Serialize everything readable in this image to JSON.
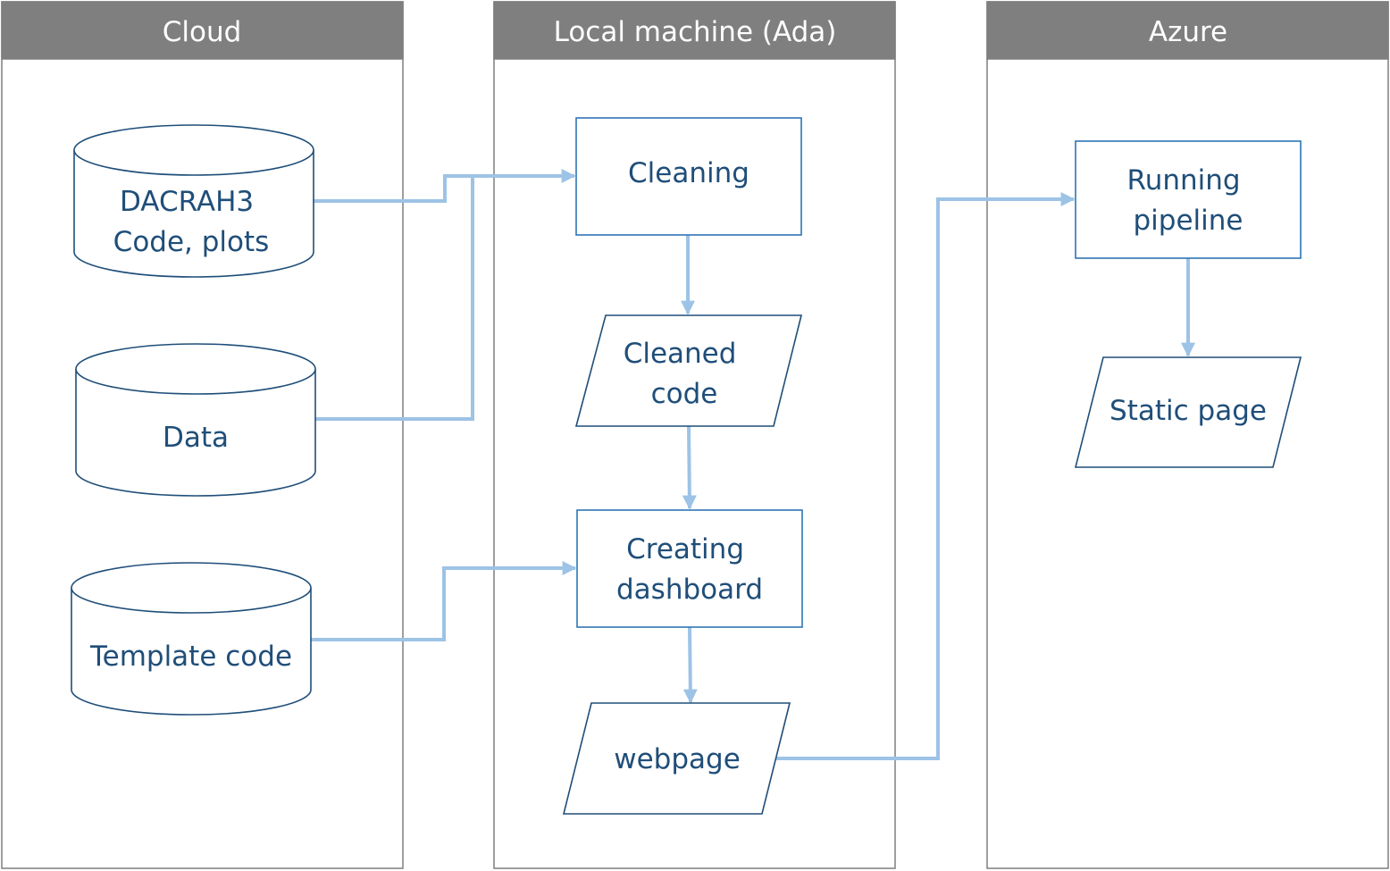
{
  "lanes": {
    "cloud": {
      "title": "Cloud"
    },
    "local": {
      "title": "Local machine (Ada)"
    },
    "azure": {
      "title": "Azure"
    }
  },
  "nodes": {
    "dacrah3": {
      "line1": "DACRAH3",
      "line2": "Code, plots"
    },
    "data": {
      "label": "Data"
    },
    "template_code": {
      "label": "Template code"
    },
    "cleaning": {
      "label": "Cleaning"
    },
    "cleaned_code": {
      "line1": "Cleaned",
      "line2": "code"
    },
    "creating_dashboard": {
      "line1": "Creating",
      "line2": "dashboard"
    },
    "webpage": {
      "label": "webpage"
    },
    "running_pipeline": {
      "line1": "Running",
      "line2": "pipeline"
    },
    "static_page": {
      "label": "Static page"
    }
  },
  "colors": {
    "lane_header": "#7f7f7f",
    "node_text": "#1f4e79",
    "connector": "#9dc3e6",
    "process_border": "#2e75b6"
  }
}
